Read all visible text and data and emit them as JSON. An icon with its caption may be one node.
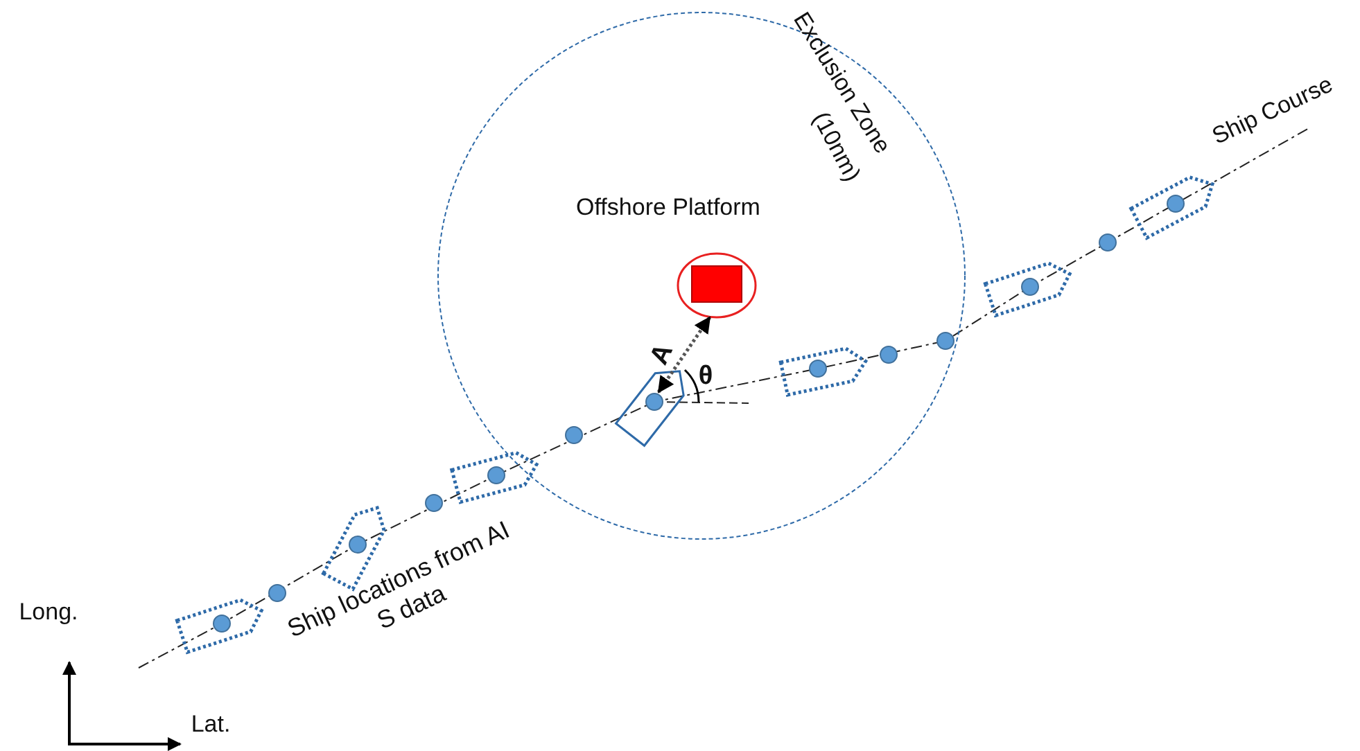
{
  "diagram": {
    "nodes": [
      {
        "text": [
          "Exclusion Zone",
          "(10nm)"
        ]
      },
      {
        "text": [
          "Offshore Platform"
        ],
        "in": 0
      },
      {
        "text": [],
        "shape": "ship",
        "in": 0
      }
    ],
    "edges": [
      {
        "from": 2,
        "to": 1,
        "arrow": "both",
        "label": "A",
        "style": "dashed"
      }
    ],
    "labels": [
      "Ship Course",
      "θ",
      "Ship locations from AI S data",
      "Long.",
      "Lat."
    ]
  }
}
